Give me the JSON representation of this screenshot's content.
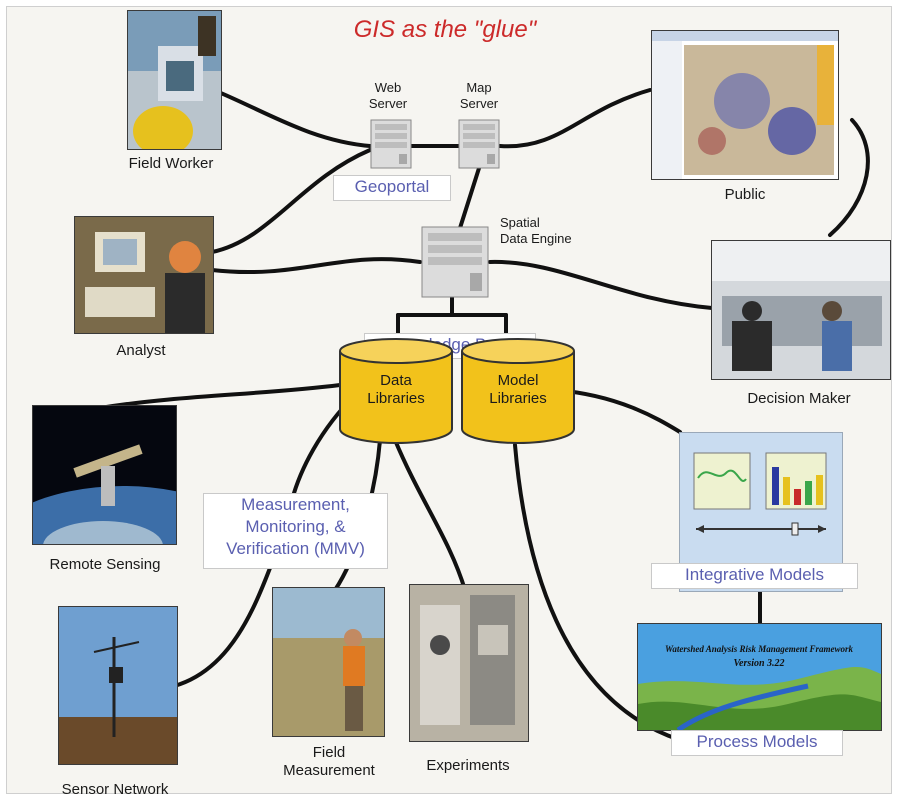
{
  "title": "GIS as the \"glue\"",
  "nodes": {
    "field_worker": "Field Worker",
    "web_server": "Web\nServer",
    "map_server": "Map\nServer",
    "public": "Public",
    "geoportal": "Geoportal",
    "spatial_data_engine": "Spatial\nData Engine",
    "analyst": "Analyst",
    "decision_maker": "Decision Maker",
    "knowledge_base": "Knowledge Base",
    "data_libraries": "Data\nLibraries",
    "model_libraries": "Model\nLibraries",
    "remote_sensing": "Remote Sensing",
    "mmv": "Measurement,\nMonitoring, &\nVerification (MMV)",
    "integrative_models": "Integrative Models",
    "sensor_network": "Sensor Network",
    "field_measurement": "Field\nMeasurement",
    "experiments": "Experiments",
    "process_models": "Process Models"
  },
  "process_models_screen": {
    "title": "Watershed Analysis Risk Management Framework",
    "version": "Version 3.22"
  },
  "colors": {
    "title": "#cc2a2a",
    "box_label_text": "#5a5fb0",
    "cylinder_fill": "#f2c21b",
    "wire": "#111111",
    "panel_fill": "#c9dcf0"
  }
}
